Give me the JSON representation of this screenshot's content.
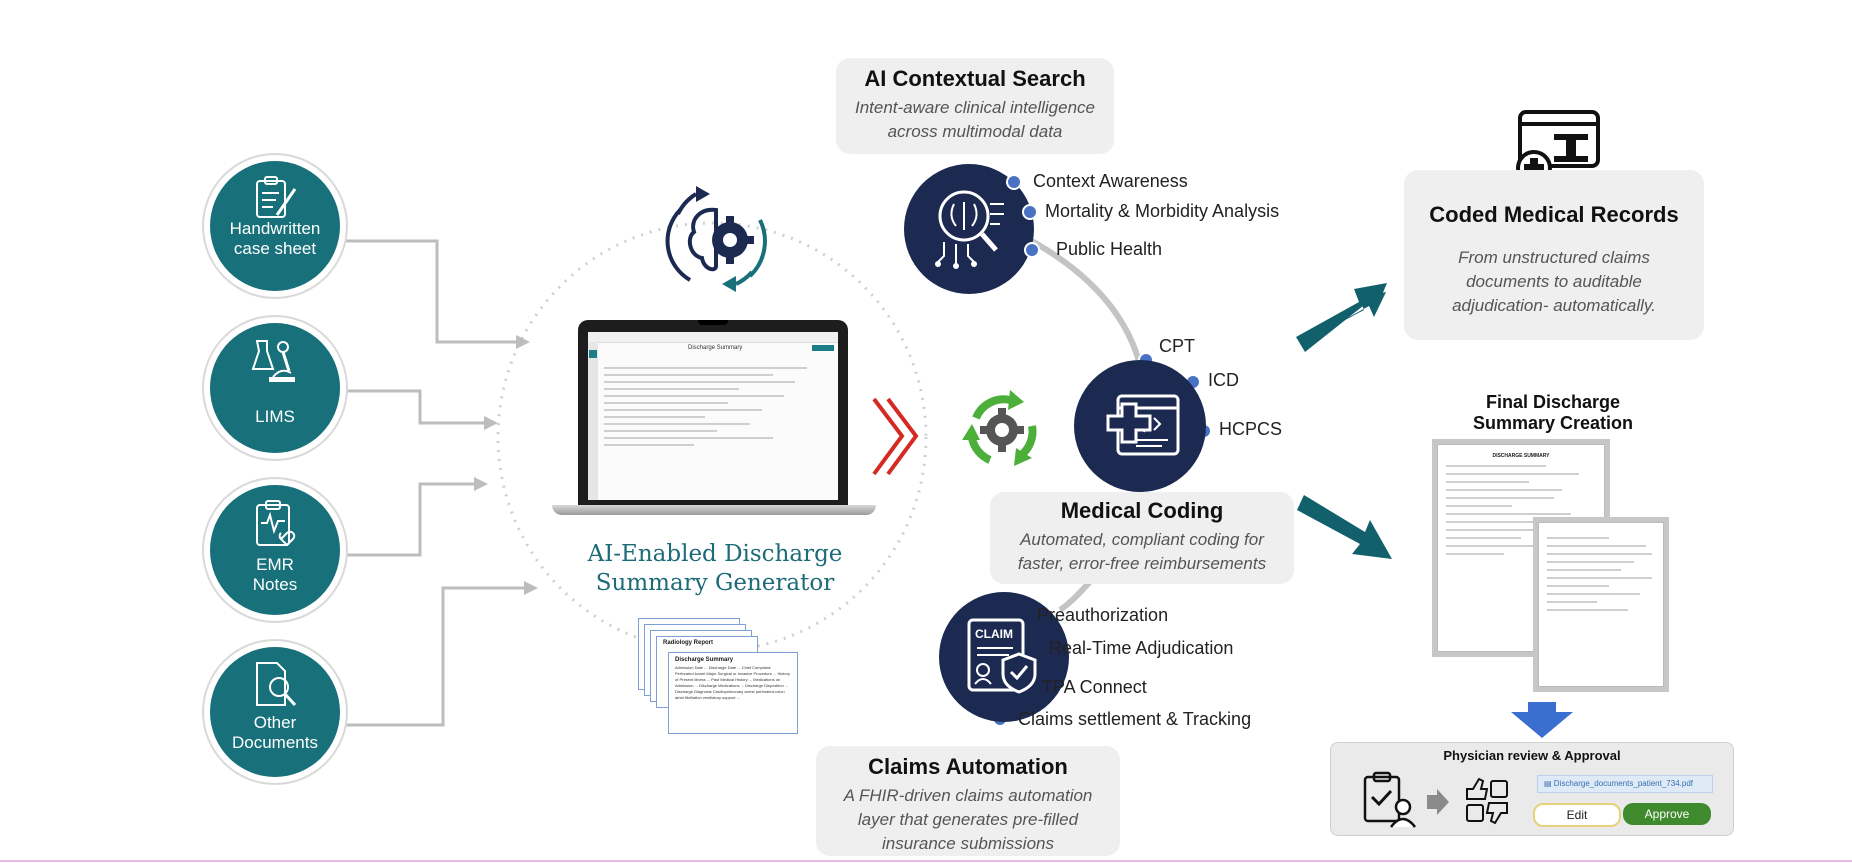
{
  "inputs": [
    {
      "label": "Handwritten case sheet",
      "icon": "handwritten-notes-icon"
    },
    {
      "label": "LIMS",
      "icon": "lab-flasks-microscope-icon"
    },
    {
      "label": "EMR Notes",
      "icon": "clipboard-heartbeat-icon"
    },
    {
      "label": "Other Documents",
      "icon": "document-search-icon"
    }
  ],
  "center": {
    "title_line1": "AI-Enabled Discharge",
    "title_line2": "Summary Generator",
    "laptop_screen_title": "Discharge Summary",
    "report": {
      "back_title": "Radiology Report",
      "front_title": "Discharge Summary",
      "body": "Admission Date ... Discharge Date ... Chief Complaint: Perforated bowel Major Surgical or Invasive Procedure ... History of Present Illness ... Past Medical History ... Medications on Admission ... Discharge Medications ... Discharge Disposition ... Discharge Diagnosis Cardiopulmonary arrest perforated colon atrial fibrillation ventilatory support ..."
    }
  },
  "search": {
    "title": "AI Contextual Search",
    "desc_line1": "Intent-aware clinical intelligence",
    "desc_line2": "across multimodal data",
    "items": [
      "Context Awareness",
      "Mortality & Morbidity Analysis",
      "Public Health"
    ]
  },
  "coding": {
    "title": "Medical Coding",
    "desc_line1": "Automated, compliant coding for",
    "desc_line2": "faster, error-free reimbursements",
    "items": [
      "CPT",
      "ICD",
      "HCPCS"
    ]
  },
  "claims": {
    "title": "Claims Automation",
    "desc_line1": "A FHIR-driven claims automation",
    "desc_line2": "layer that generates pre-filled",
    "desc_line3": "insurance submissions",
    "icon_text": "CLAIM",
    "items": [
      "Preauthorization",
      "Real-Time Adjudication",
      "TPA Connect",
      "Claims settlement & Tracking"
    ]
  },
  "coded": {
    "title": "Coded Medical Records",
    "desc_line1": "From unstructured claims",
    "desc_line2": "documents to auditable",
    "desc_line3": "adjudication- automatically."
  },
  "final": {
    "title_line1": "Final Discharge",
    "title_line2": "Summary Creation",
    "doc_header": "DISCHARGE SUMMARY"
  },
  "review": {
    "title": "Physician review & Approval",
    "file": "Discharge_documents_patient_734.pdf",
    "edit": "Edit",
    "approve": "Approve"
  },
  "colors": {
    "teal": "#17707a",
    "navy": "#1c2a52",
    "bullet": "#4a72c4",
    "arrow_teal": "#11606b",
    "chevron_red": "#d42a22",
    "approve_green": "#3f8a2d",
    "gear_green": "#4caf3a",
    "down_arrow_blue": "#3a6fd0"
  }
}
